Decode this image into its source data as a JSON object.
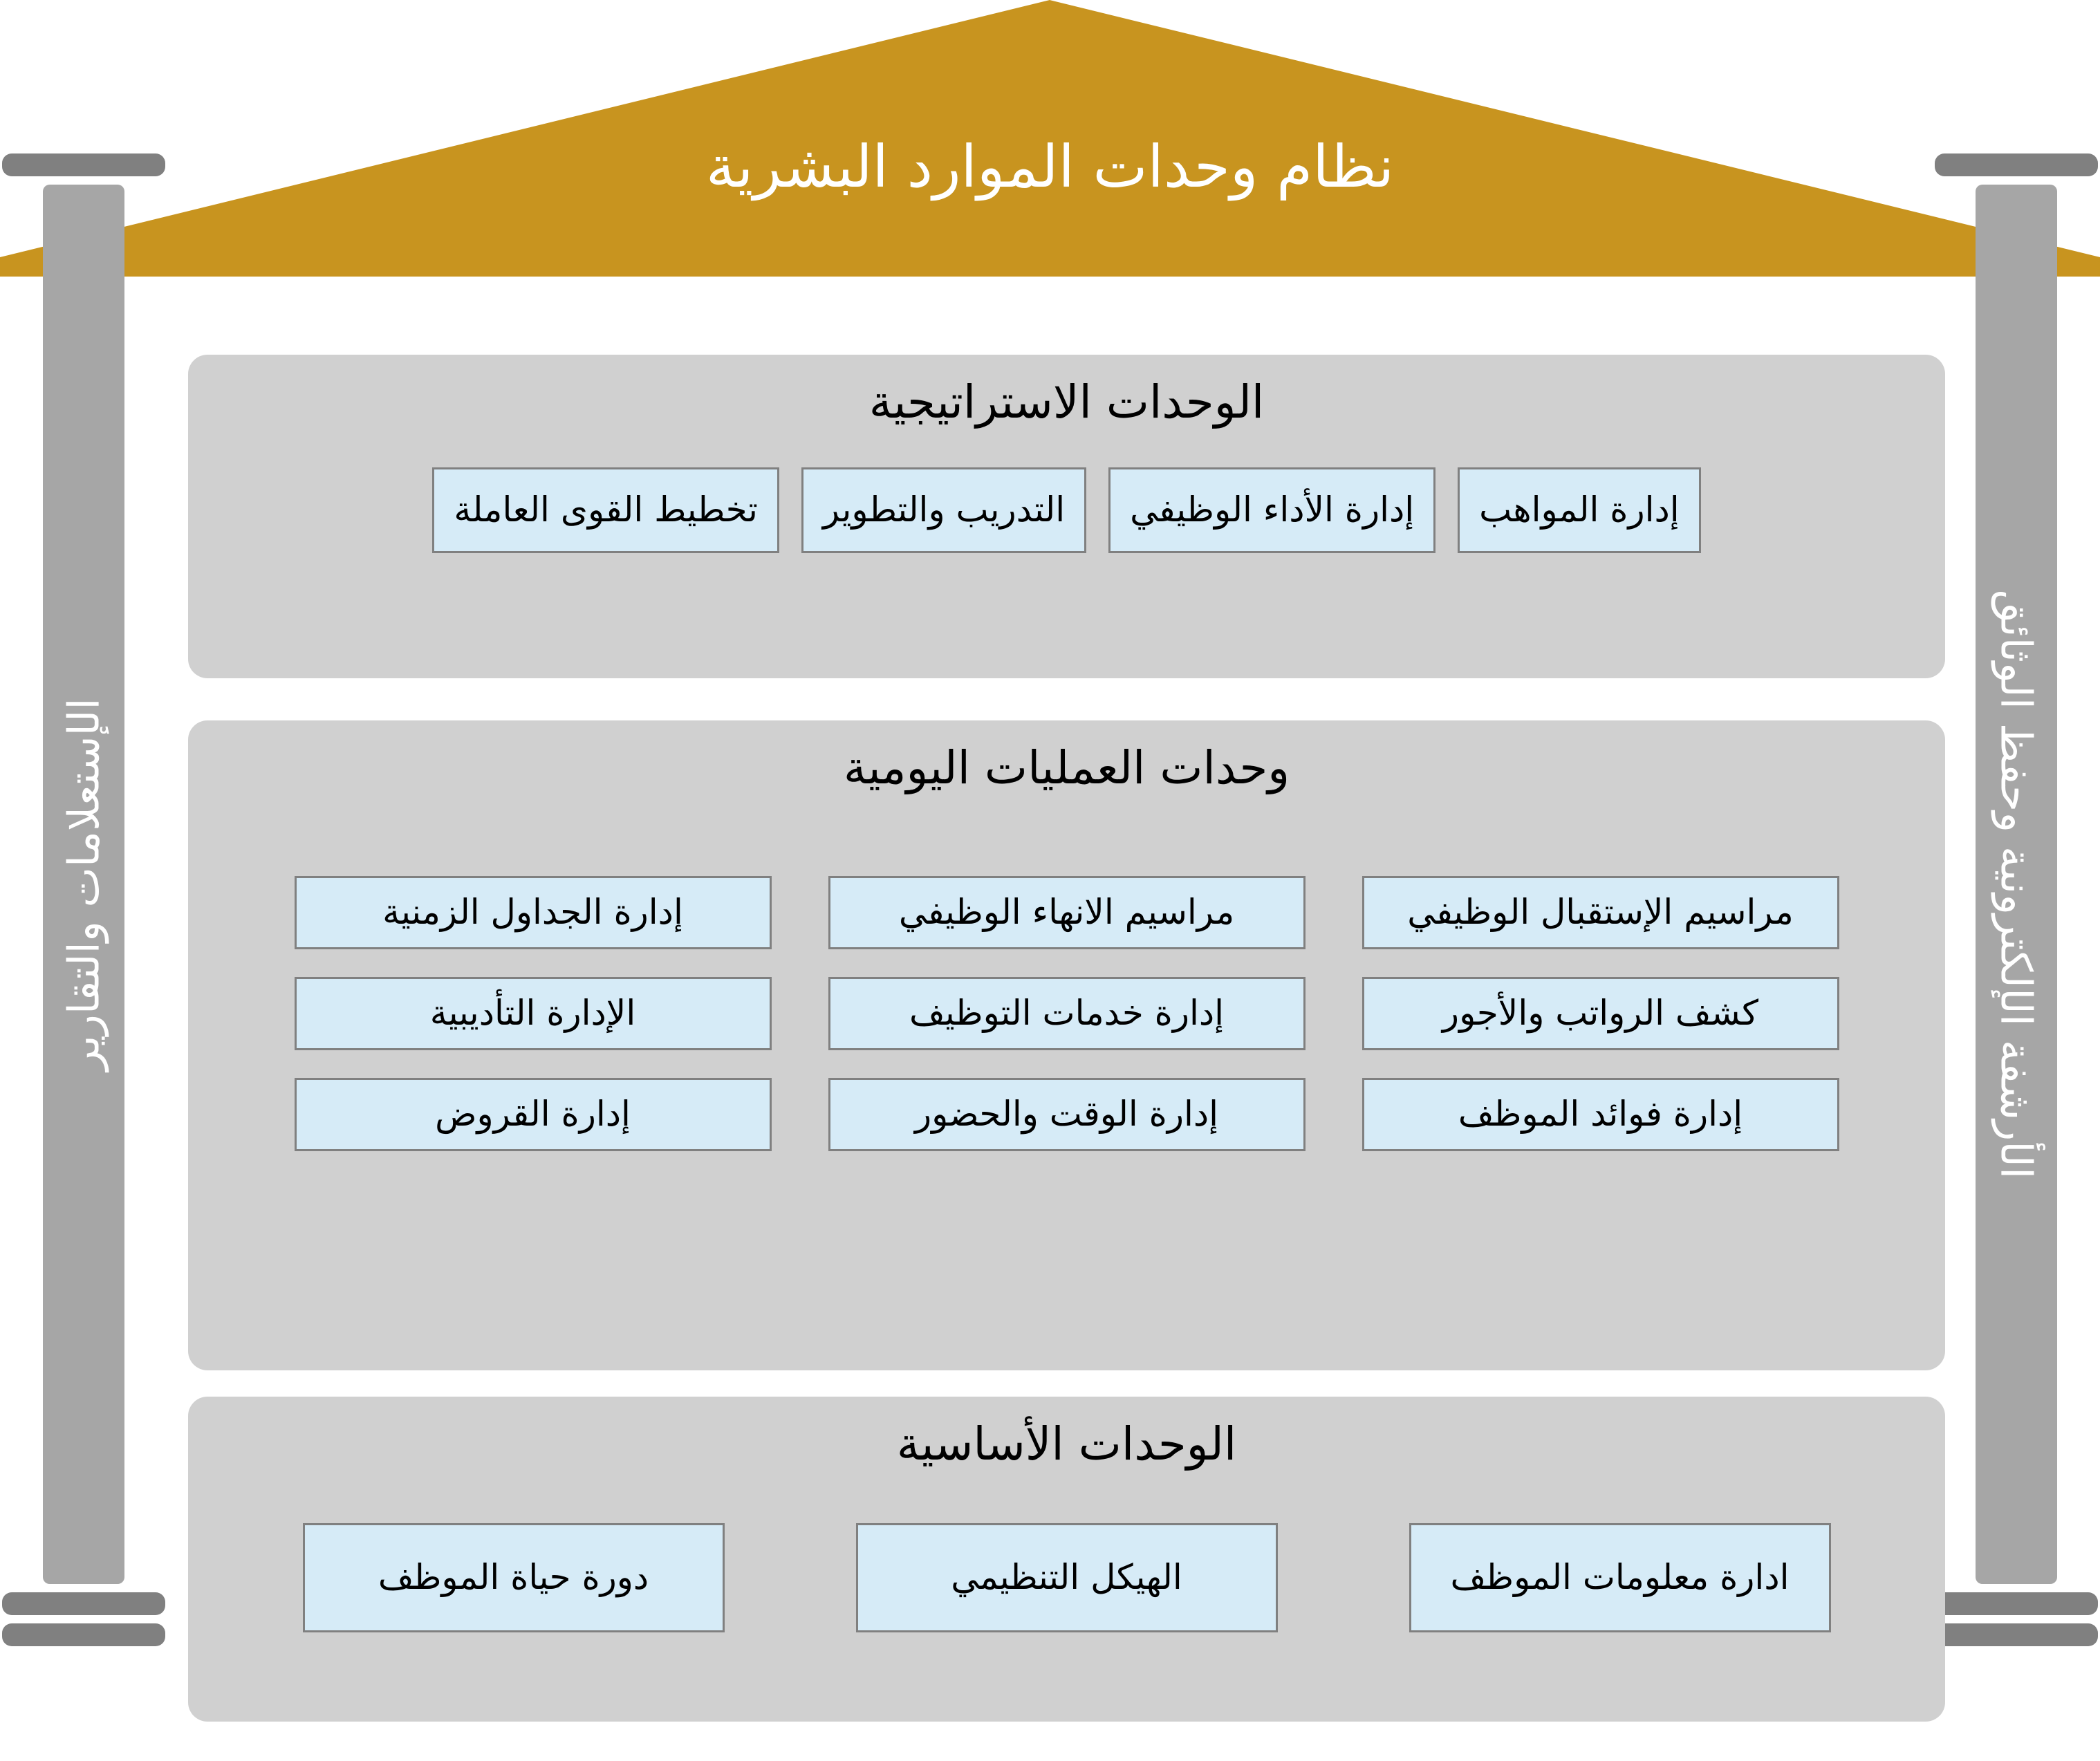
{
  "roof": {
    "title": "نظام وحدات الموارد البشرية",
    "color": "#c8941f"
  },
  "pillars": {
    "left": {
      "label": "الإستعلامات والتقارير",
      "color": "#a6a6a6",
      "cap_color": "#808080"
    },
    "right": {
      "label": "الأرشفة الإلكترونية وحفظ الوثائق",
      "color": "#a6a6a6",
      "cap_color": "#808080"
    }
  },
  "sections": [
    {
      "id": "strategic",
      "title": "الوحدات الاستراتيجية",
      "units": [
        "إدارة المواهب",
        "إدارة الأداء الوظيفي",
        "التدريب والتطوير",
        "تخطيط القوى العاملة"
      ]
    },
    {
      "id": "operations",
      "title": "وحدات العمليات اليومية",
      "columns": [
        [
          "مراسيم الإستقبال الوظيفي",
          "كشف الرواتب والأجور",
          "إدارة فوائد الموظف"
        ],
        [
          "مراسيم الانهاء الوظيفي",
          "إدارة  خدمات التوظيف",
          "إدارة الوقت والحضور"
        ],
        [
          "إدارة الجداول الزمنية",
          "الإدارة التأديبية",
          "إدارة القروض"
        ]
      ]
    },
    {
      "id": "basic",
      "title": "الوحدات الأساسية",
      "units": [
        "ادارة معلومات الموظف",
        "الهيكل التنظيمي",
        "دورة حياة الموظف"
      ]
    }
  ],
  "colors": {
    "section_bg": "#d0d0d0",
    "unit_bg": "#d6ebf7",
    "unit_border": "#808080",
    "roof_gold": "#c8941f"
  }
}
